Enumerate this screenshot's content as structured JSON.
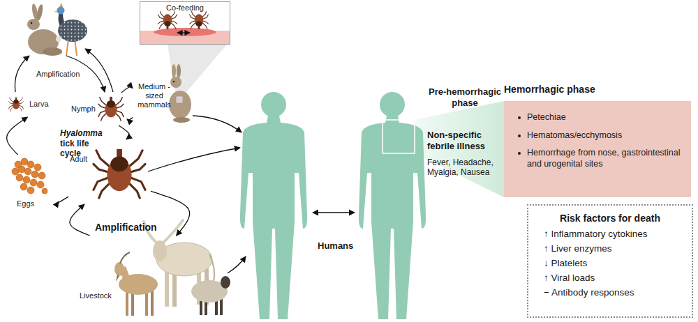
{
  "diagram": {
    "nodes": [
      {
        "text": [
          "Co-feeding"
        ]
      },
      {
        "text": [
          "Larva"
        ]
      },
      {
        "text": [
          "Nymph"
        ]
      },
      {
        "text": [
          "Adult"
        ]
      },
      {
        "text": [
          "Eggs"
        ]
      },
      {
        "text": [
          "Medium -sized mammals"
        ]
      },
      {
        "text": [
          "Livestock"
        ]
      },
      {
        "text": [
          "Hemorrhagic phase",
          "Petechiae",
          "Hematomas/ecchymosis",
          "Hemorrhage from nose, gastrointestinal and urogenital sites"
        ]
      },
      {
        "text": [
          "Risk factors for death",
          "↑ Inflammatory cytokines",
          "↑ Liver enzymes",
          "↓ Platelets",
          "↑ Viral loads",
          "− Antibody responses"
        ]
      }
    ],
    "edges": [
      {
        "from": 4,
        "to": 1,
        "arrow": "to"
      },
      {
        "from": 2,
        "to": 3,
        "arrow": "to"
      },
      {
        "from": 3,
        "to": 4,
        "arrow": "to"
      },
      {
        "from": 2,
        "to": 5,
        "arrow": "to"
      },
      {
        "from": 5,
        "to": 2,
        "arrow": "to"
      },
      {
        "from": 3,
        "to": 6,
        "arrow": "to"
      },
      {
        "from": 6,
        "to": 3,
        "arrow": "to"
      }
    ],
    "labels": [
      "Amplification",
      "Hyalomma",
      "tick life cycle",
      "Amplification",
      "Humans",
      "Pre-hemorrhagic phase",
      "Non-specific febrile illness",
      "Fever, Headache, Myalgia, Nausea"
    ]
  }
}
